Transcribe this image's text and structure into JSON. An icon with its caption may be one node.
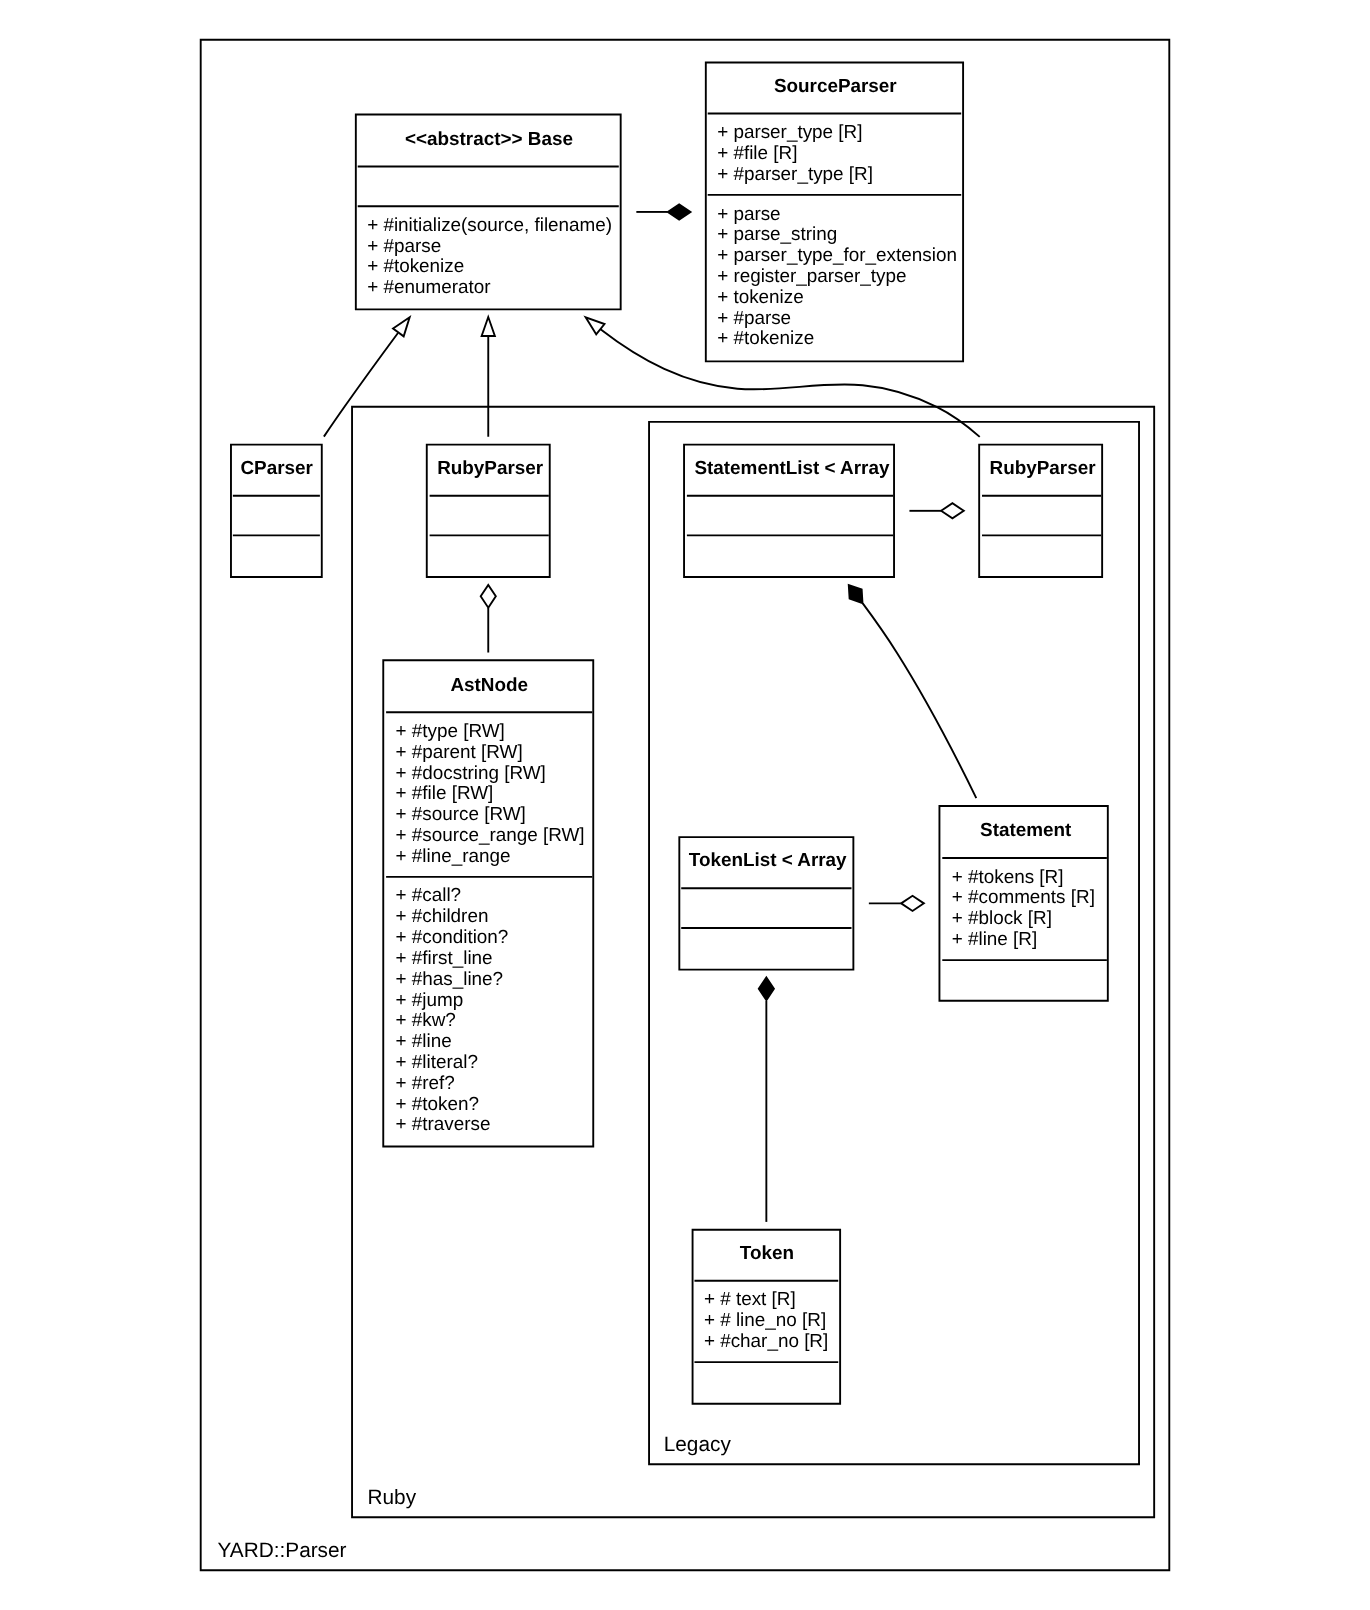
{
  "diagram": {
    "nodes": [
      {
        "text": [
          "YARD::Parser"
        ]
      },
      {
        "text": [
          "<<abstract>> Base",
          "+ #initialize(source, filename)",
          "+ #parse",
          "+ #tokenize",
          "+ #enumerator"
        ],
        "in": 0
      },
      {
        "text": [
          "SourceParser",
          "+ parser_type [R]",
          "+ #file [R]",
          "+ #parser_type [R]",
          "+ parse",
          "+ parse_string",
          "+ parser_type_for_extension",
          "+ register_parser_type",
          "+ tokenize",
          "+ #parse",
          "+ #tokenize"
        ],
        "in": 0
      },
      {
        "text": [
          "CParser"
        ],
        "in": 0
      },
      {
        "text": [
          "Ruby"
        ],
        "in": 0
      },
      {
        "text": [
          "RubyParser"
        ],
        "in": 4
      },
      {
        "text": [
          "AstNode",
          "+ #type [RW]",
          "+ #parent [RW]",
          "+ #docstring [RW]",
          "+ #file [RW]",
          "+ #source [RW]",
          "+ #source_range [RW]",
          "+ #line_range",
          "+ #call?",
          "+ #children",
          "+ #condition?",
          "+ #first_line",
          "+ #has_line?",
          "+ #jump",
          "+ #kw?",
          "+ #line",
          "+ #literal?",
          "+ #ref?",
          "+ #token?",
          "+ #traverse"
        ],
        "in": 4
      },
      {
        "text": [
          "Legacy"
        ],
        "in": 4
      },
      {
        "text": [
          "RubyParser"
        ],
        "in": 7
      },
      {
        "text": [
          "StatementList < Array"
        ],
        "in": 7
      },
      {
        "text": [
          "TokenList < Array"
        ],
        "in": 7
      },
      {
        "text": [
          "Statement",
          "+ #tokens [R]",
          "+ #comments [R]",
          "+ #block [R]",
          "+ #line [R]"
        ],
        "in": 7
      },
      {
        "text": [
          "Token",
          "+ # text [R]",
          "+ # line_no [R]",
          "+ #char_no [R]"
        ],
        "in": 7
      }
    ],
    "edges": [
      {
        "from": 1,
        "to": 2,
        "arrow": "other"
      },
      {
        "from": 3,
        "to": 1,
        "arrow": "to"
      },
      {
        "from": 5,
        "to": 1,
        "arrow": "to"
      },
      {
        "from": 8,
        "to": 1,
        "arrow": "to"
      },
      {
        "from": 6,
        "to": 5,
        "arrow": "other"
      },
      {
        "from": 9,
        "to": 8,
        "arrow": "other"
      },
      {
        "from": 11,
        "to": 9,
        "arrow": "other"
      },
      {
        "from": 10,
        "to": 11,
        "arrow": "other"
      },
      {
        "from": 12,
        "to": 10,
        "arrow": "other"
      }
    ]
  }
}
